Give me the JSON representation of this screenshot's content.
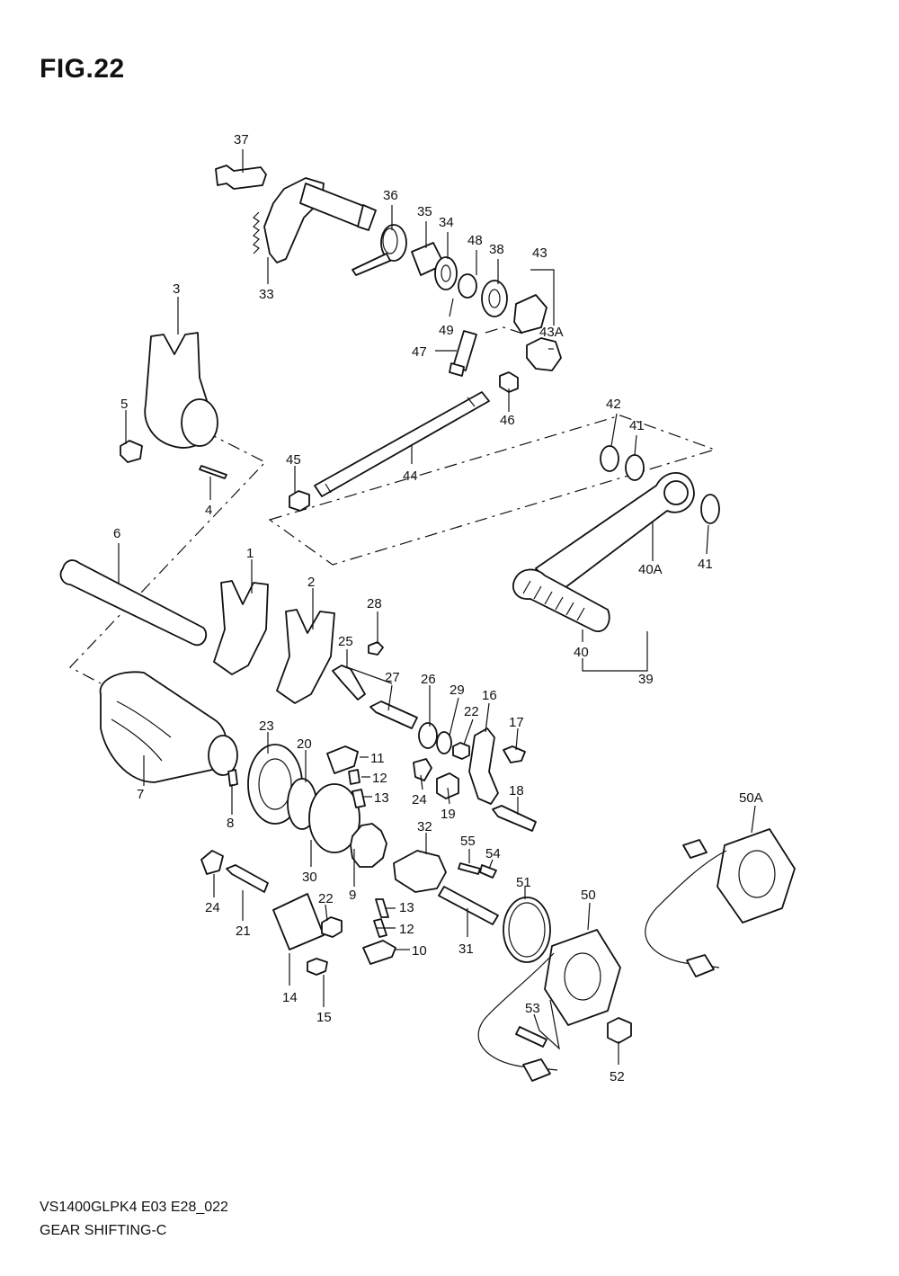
{
  "figure_title": "FIG.22",
  "footer": {
    "model_code": "VS1400GLPK4 E03 E28_022",
    "section_name": "GEAR SHIFTING-C"
  },
  "callouts": {
    "c1": "1",
    "c2": "2",
    "c3": "3",
    "c4": "4",
    "c5": "5",
    "c6": "6",
    "c7": "7",
    "c8": "8",
    "c9": "9",
    "c10": "10",
    "c11": "11",
    "c12a": "12",
    "c12b": "12",
    "c13a": "13",
    "c13b": "13",
    "c14": "14",
    "c15": "15",
    "c16": "16",
    "c17": "17",
    "c18": "18",
    "c19": "19",
    "c20": "20",
    "c21": "21",
    "c22a": "22",
    "c22b": "22",
    "c23": "23",
    "c24a": "24",
    "c24b": "24",
    "c25": "25",
    "c26": "26",
    "c27": "27",
    "c28": "28",
    "c29": "29",
    "c30": "30",
    "c31": "31",
    "c32": "32",
    "c33": "33",
    "c34": "34",
    "c35": "35",
    "c36": "36",
    "c37": "37",
    "c38": "38",
    "c39": "39",
    "c40": "40",
    "c40A": "40A",
    "c41a": "41",
    "c41b": "41",
    "c42": "42",
    "c43": "43",
    "c43A": "43A",
    "c44": "44",
    "c45": "45",
    "c46": "46",
    "c47": "47",
    "c48": "48",
    "c49": "49",
    "c50": "50",
    "c50A": "50A",
    "c51": "51",
    "c52": "52",
    "c53": "53",
    "c54": "54",
    "c55": "55"
  }
}
